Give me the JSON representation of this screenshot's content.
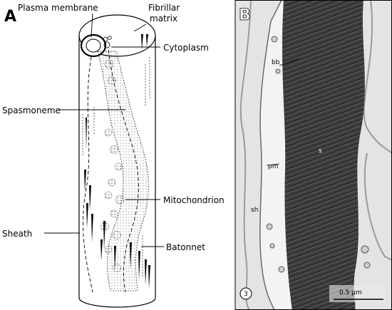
{
  "panel_a": {
    "letter": "A",
    "labels": {
      "plasma_membrane": "Plasma membrane",
      "fibrillar_matrix_line1": "Fibrillar",
      "fibrillar_matrix_line2": "matrix",
      "cytoplasm": "Cytoplasm",
      "spasmoneme": "Spasmoneme",
      "mitochondrion": "Mitochondrion",
      "sheath": "Sheath",
      "batonnet": "Batonnet"
    }
  },
  "panel_b": {
    "letter": "B",
    "labels": {
      "bb": "bb",
      "s": "s",
      "pm": "pm",
      "sh": "sh",
      "figure_number": "3",
      "scale_bar": "0.5 µm"
    }
  },
  "colors": {
    "ink": "#000000",
    "micrograph_light": "#e6e6e6",
    "micrograph_dark": "#3a3a3a",
    "panel_letter_b": "#ffffff"
  }
}
